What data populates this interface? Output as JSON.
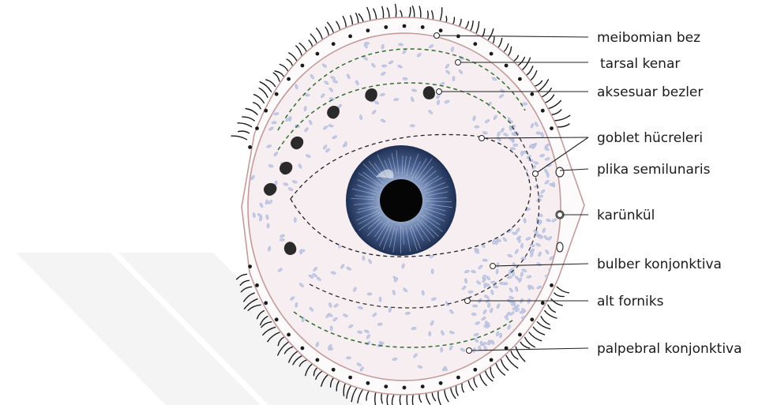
{
  "colors": {
    "eyelid_outline": "#c49a9a",
    "conjunctiva_fill": "#f6eef1",
    "goblet_cell": "#c4cbe6",
    "gland_dot": "#1a1a1a",
    "fornix_dash": "#2f6e2f",
    "iris_dark": "#1e2f52",
    "iris_light": "#9fb2d4",
    "pupil": "#050505",
    "watermark": "#f3f3f3"
  },
  "labels": [
    {
      "id": "meibomian-bez",
      "text": "meibomian bez"
    },
    {
      "id": "tarsal-kenar",
      "text": "tarsal kenar"
    },
    {
      "id": "aksesuar-bezler",
      "text": "aksesuar bezler"
    },
    {
      "id": "goblet-hucreleri",
      "text": "goblet hücreleri"
    },
    {
      "id": "plika-semilunaris",
      "text": "plika semilunaris"
    },
    {
      "id": "karunkul",
      "text": "karünkül"
    },
    {
      "id": "bulber-konjonktiva",
      "text": "bulber konjonktiva"
    },
    {
      "id": "alt-forniks",
      "text": "alt forniks"
    },
    {
      "id": "palpebral-konjonktiva",
      "text": "palpebral konjonktiva"
    }
  ]
}
